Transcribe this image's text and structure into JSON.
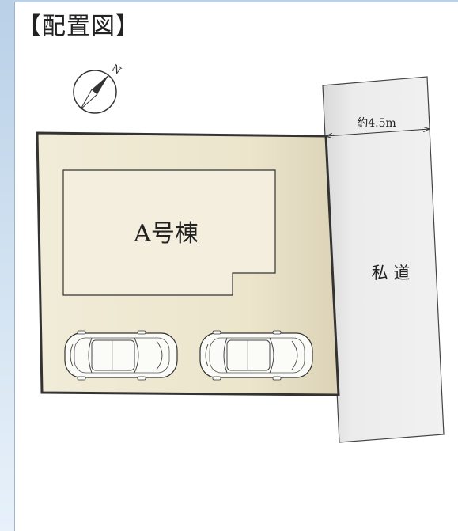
{
  "title": "【配置図】",
  "compass": {
    "north_label": "N",
    "icon": "compass-north-icon"
  },
  "building": {
    "label": "A号棟"
  },
  "road": {
    "label": "私 道",
    "width_label": "約4.5m"
  },
  "parking": {
    "car_count": 2,
    "icon": "car-icon"
  },
  "colors": {
    "lot_fill": "#f0ead4",
    "road_fill": "#e8e8e8",
    "outline": "#333333",
    "background": "#c9dcef"
  }
}
